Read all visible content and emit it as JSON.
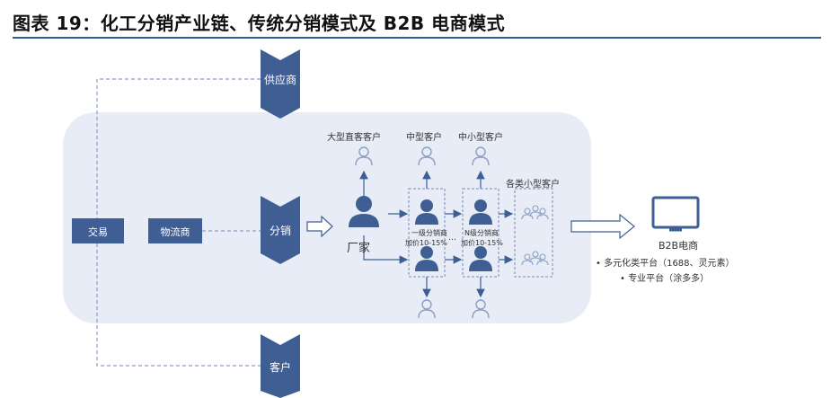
{
  "title": "图表 19：化工分销产业链、传统分销模式及 B2B 电商模式",
  "nodes": {
    "supplier": "供应商",
    "distribution": "分销",
    "customer": "客户",
    "transaction": "交易",
    "logistics": "物流商",
    "manufacturer": "厂家",
    "large_customer": "大型直客客户",
    "medium_customer": "中型客户",
    "small_medium_customer": "中小型客户",
    "various_small_customers": "各类小型客户",
    "tier1_distributor": "一级分销商",
    "tier1_markup": "加价10-15%",
    "tierN_distributor": "N级分销商",
    "tierN_markup": "加价10-15%",
    "ellipsis": "…",
    "b2b": "B2B电商",
    "b2b_item1": "• 多元化类平台（1688、灵元素）",
    "b2b_item2": "• 专业平台（涂多多）"
  },
  "colors": {
    "primary": "#3f5f94",
    "panel": "#e7ecf6",
    "dashed": "#8a9fc4"
  }
}
